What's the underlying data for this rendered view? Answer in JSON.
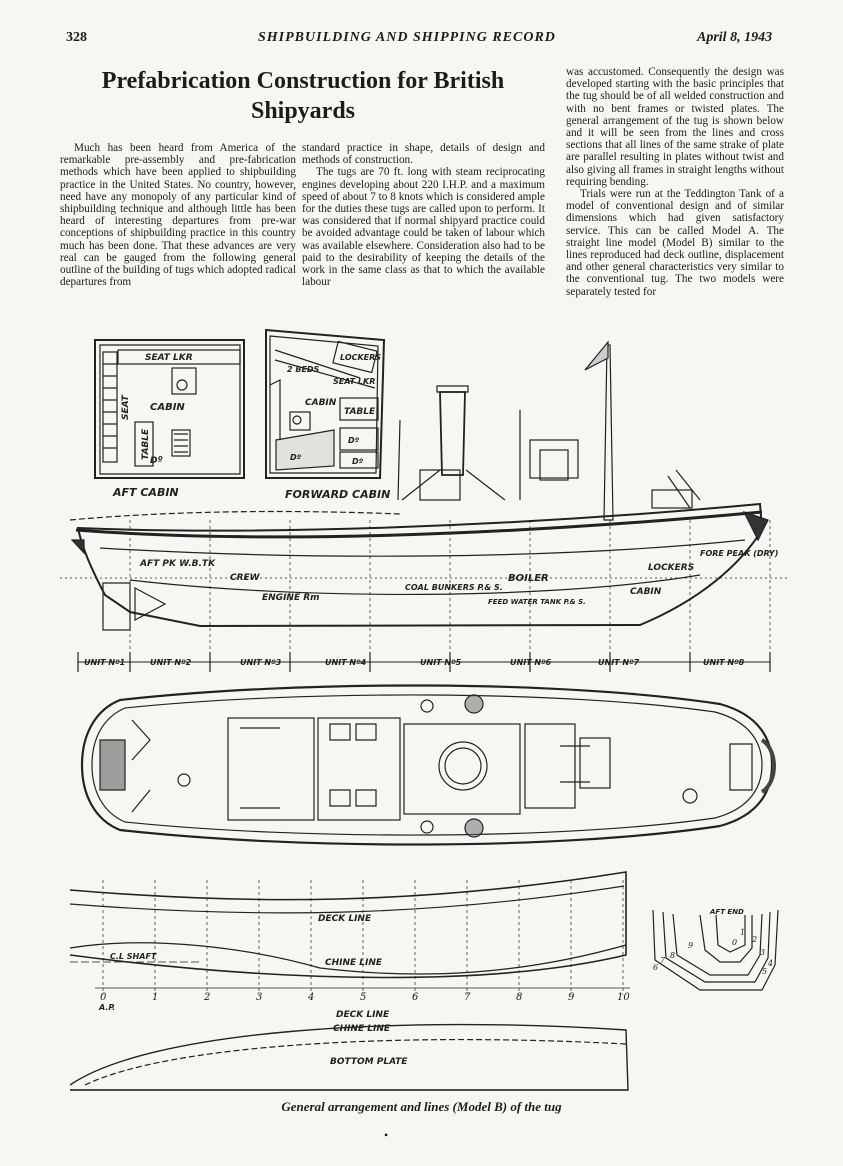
{
  "header": {
    "page_number": "328",
    "publication": "SHIPBUILDING AND SHIPPING RECORD",
    "date": "April 8, 1943"
  },
  "article": {
    "title_line1": "Prefabrication Construction for British",
    "title_line2": "Shipyards",
    "col1": [
      "Much has been heard from America of the remarkable pre-assembly and pre-fabrication methods which have been applied to shipbuilding practice in the United States. No country, however, need have any monopoly of any particular kind of shipbuilding technique and although little has been heard of interesting departures from pre-war conceptions of shipbuilding practice in this country much has been done. That these advances are very real can be gauged from the following general outline of the building of tugs which adopted radical departures from"
    ],
    "col2": [
      "standard practice in shape, details of design and methods of construction.",
      "The tugs are 70 ft. long with steam reciprocating engines developing about 220 I.H.P. and a maximum speed of about 7 to 8 knots which is considered ample for the duties these tugs are called upon to perform. It was considered that if normal shipyard practice could be avoided advantage could be taken of labour which was available elsewhere. Consideration also had to be paid to the desirability of keeping the details of the work in the same class as that to which the available labour"
    ],
    "col3": [
      "was accustomed. Consequently the design was developed starting with the basic principles that the tug should be of all welded construction and with no bent frames or twisted plates. The general arrangement of the tug is shown below and it will be seen from the lines and cross sections that all lines of the same strake of plate are parallel resulting in plates without twist and also giving all frames in straight lengths without requiring bending.",
      "Trials were run at the Teddington Tank of a model of conventional design and of similar dimensions which had given satisfactory service. This can be called Model A. The straight line model (Model B) similar to the lines reproduced had deck outline, displacement and other general characteristics very similar to the conventional tug. The two models were separately tested for"
    ]
  },
  "figure": {
    "aft_cabin": {
      "caption": "AFT CABIN",
      "labels": [
        "SEAT LKR",
        "SEAT",
        "CABIN",
        "TABLE",
        "Dº"
      ]
    },
    "forward_cabin": {
      "caption": "FORWARD CABIN",
      "labels": [
        "LOCKERS",
        "2 BEDS",
        "SEAT LKR",
        "CABIN",
        "TABLE",
        "Dº",
        "Dº",
        "Dº"
      ]
    },
    "profile_labels": [
      "AFT PK W.B.TK",
      "CREW",
      "ENGINE Rm",
      "COAL BUNKERS P.& S.",
      "BOILER",
      "FEED WATER TANK P.& S.",
      "LOCKERS",
      "CABIN",
      "FORE PEAK (DRY)"
    ],
    "units": [
      "UNIT Nº1",
      "UNIT Nº2",
      "UNIT Nº3",
      "UNIT Nº4",
      "UNIT Nº5",
      "UNIT Nº6",
      "UNIT Nº7",
      "UNIT Nº8"
    ],
    "lines_labels": {
      "deck_line": "DECK LINE",
      "chine_line": "CHINE LINE",
      "cl_shaft": "C.L SHAFT",
      "ap": "A.P.",
      "stations": [
        "0",
        "1",
        "2",
        "3",
        "4",
        "5",
        "6",
        "7",
        "8",
        "9",
        "10"
      ],
      "plan_deck": "DECK LINE",
      "plan_chine": "CHINE LINE",
      "plan_bottom": "BOTTOM PLATE",
      "section_end": "AFT END",
      "section_nums": [
        "0",
        "1",
        "2",
        "3",
        "4",
        "5",
        "6",
        "7",
        "8",
        "9"
      ]
    },
    "caption": "General arrangement and lines (Model B) of the tug"
  }
}
